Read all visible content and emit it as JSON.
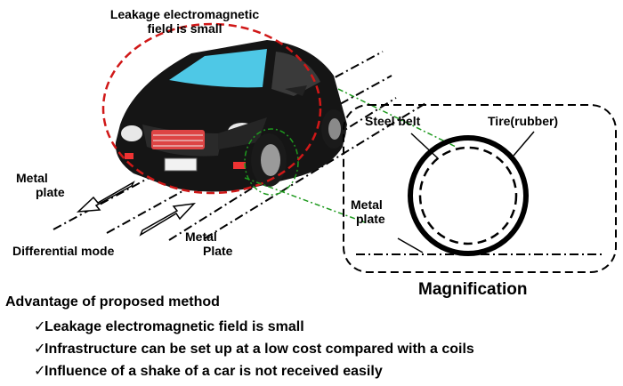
{
  "diagram": {
    "leak_label_line1": "Leakage electromagnetic",
    "leak_label_line2": "field is small",
    "metal_plate_left_line1": "Metal",
    "metal_plate_left_line2": "plate",
    "differential_mode": "Differential mode",
    "metal_plate_bottom_line1": "Metal",
    "metal_plate_bottom_line2": "Plate",
    "steel_belt": "Steel belt",
    "tire_rubber": "Tire(rubber)",
    "metal_plate_inset_line1": "Metal",
    "metal_plate_inset_line2": "plate",
    "magnification": "Magnification",
    "colors": {
      "ellipse": "#d01818",
      "green_dashed": "#1f9a1f",
      "car_body": "#111111",
      "windshield": "#4ec8e6"
    }
  },
  "advantages": {
    "heading": "Advantage of proposed method",
    "items": [
      "Leakage electromagnetic field is small",
      "Infrastructure can be set up at a low cost compared with a coils",
      "Influence of a shake of a car is not received easily"
    ],
    "bullet_glyph": "✓"
  }
}
